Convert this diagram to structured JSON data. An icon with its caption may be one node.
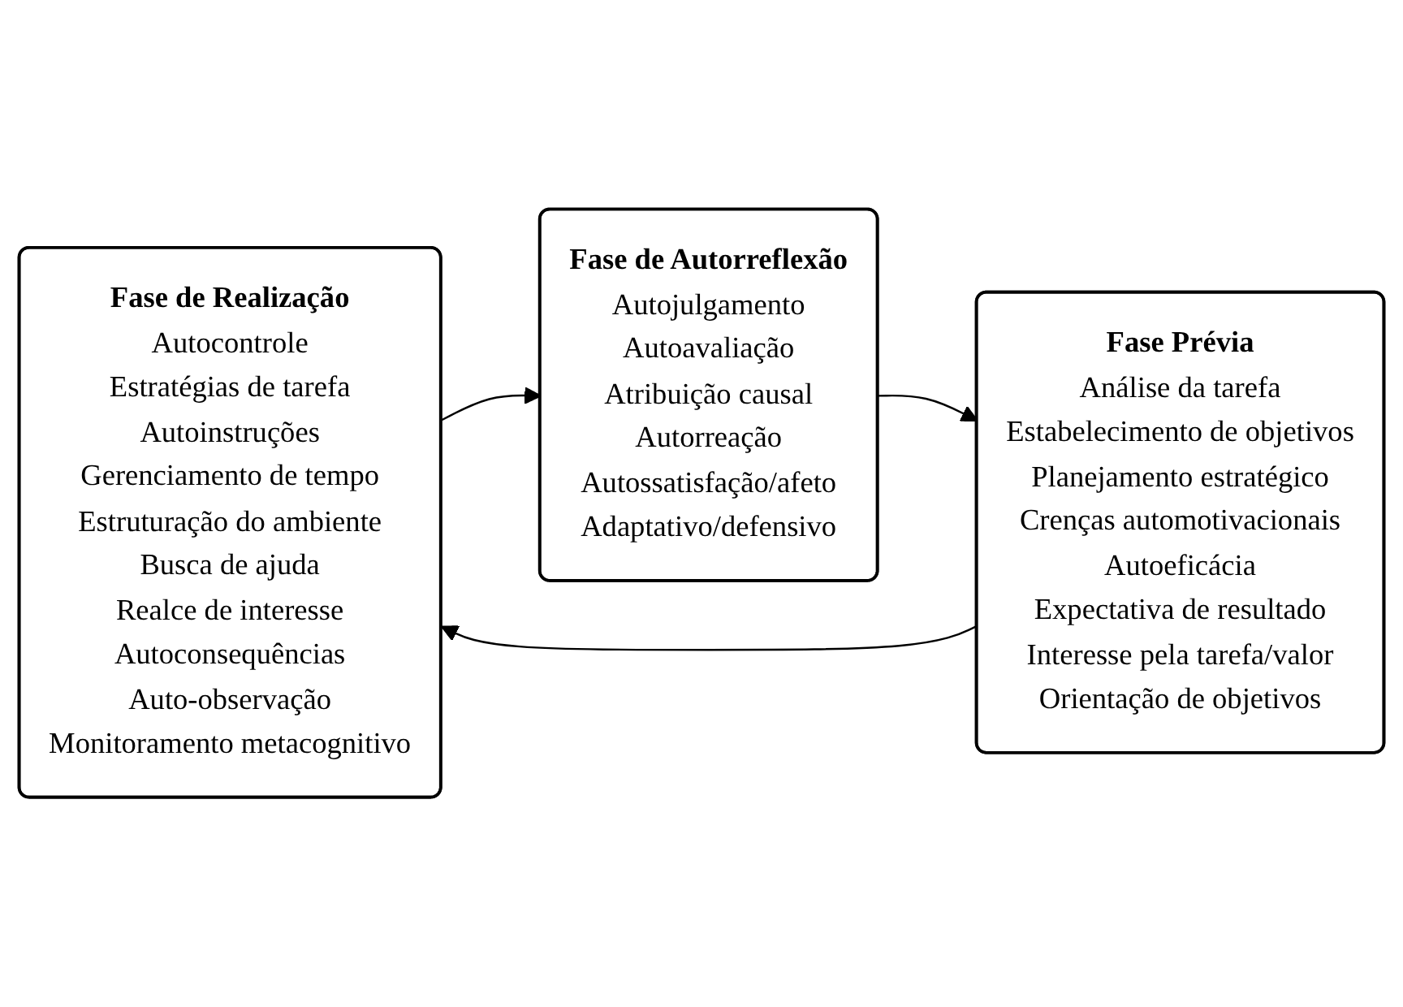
{
  "diagram": {
    "nodes": [
      {
        "text": [
          "Fase de Realização",
          "Autocontrole",
          "Estratégias de tarefa",
          "Autoinstruções",
          "Gerenciamento de tempo",
          "Estruturação do ambiente",
          "Busca de ajuda",
          "Realce de interesse",
          "Autoconsequências",
          "Auto-observação",
          "Monitoramento metacognitivo"
        ]
      },
      {
        "text": [
          "Fase de Autorreflexão",
          "Autojulgamento",
          "Autoavaliação",
          "Atribuição causal",
          "Autorreação",
          "Autossatisfação/afeto",
          "Adaptativo/defensivo"
        ]
      },
      {
        "text": [
          "Fase Prévia",
          "Análise da tarefa",
          "Estabelecimento de objetivos",
          "Planejamento estratégico",
          "Crenças automotivacionais",
          "Autoeficácia",
          "Expectativa de resultado",
          "Interesse pela tarefa/valor",
          "Orientação de objetivos"
        ]
      }
    ],
    "edges": [
      {
        "from": 2,
        "to": 0,
        "arrow": "to"
      },
      {
        "from": 0,
        "to": 1,
        "arrow": "to"
      },
      {
        "from": 1,
        "to": 2,
        "arrow": "to"
      }
    ]
  }
}
